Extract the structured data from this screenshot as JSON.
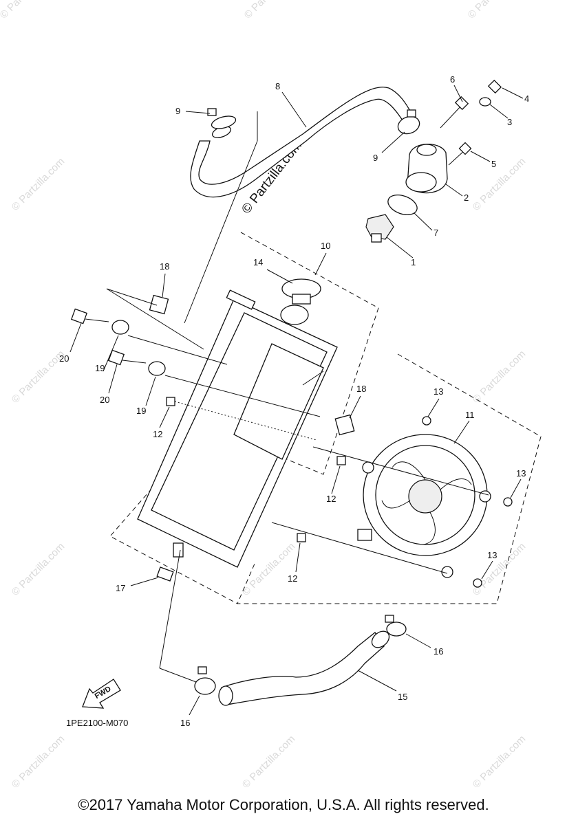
{
  "watermark": {
    "main": "© Partzilla.com",
    "repeat": "© Partzilla.com"
  },
  "diagram_code": "1PE2100-M070",
  "fwd_label": "FWD",
  "copyright": "©2017  Yamaha Motor Corporation, U.S.A. All rights reserved.",
  "callouts": [
    {
      "id": "c1",
      "text": "1"
    },
    {
      "id": "c2",
      "text": "2"
    },
    {
      "id": "c3",
      "text": "3"
    },
    {
      "id": "c4",
      "text": "4"
    },
    {
      "id": "c5",
      "text": "5"
    },
    {
      "id": "c6",
      "text": "6"
    },
    {
      "id": "c7",
      "text": "7"
    },
    {
      "id": "c8",
      "text": "8"
    },
    {
      "id": "c9a",
      "text": "9"
    },
    {
      "id": "c9b",
      "text": "9"
    },
    {
      "id": "c10",
      "text": "10"
    },
    {
      "id": "c11",
      "text": "11"
    },
    {
      "id": "c12a",
      "text": "12"
    },
    {
      "id": "c12b",
      "text": "12"
    },
    {
      "id": "c12c",
      "text": "12"
    },
    {
      "id": "c13a",
      "text": "13"
    },
    {
      "id": "c13b",
      "text": "13"
    },
    {
      "id": "c13c",
      "text": "13"
    },
    {
      "id": "c14",
      "text": "14"
    },
    {
      "id": "c15",
      "text": "15"
    },
    {
      "id": "c16a",
      "text": "16"
    },
    {
      "id": "c16b",
      "text": "16"
    },
    {
      "id": "c17",
      "text": "17"
    },
    {
      "id": "c18a",
      "text": "18"
    },
    {
      "id": "c18b",
      "text": "18"
    },
    {
      "id": "c19a",
      "text": "19"
    },
    {
      "id": "c19b",
      "text": "19"
    },
    {
      "id": "c20a",
      "text": "20"
    },
    {
      "id": "c20b",
      "text": "20"
    }
  ]
}
